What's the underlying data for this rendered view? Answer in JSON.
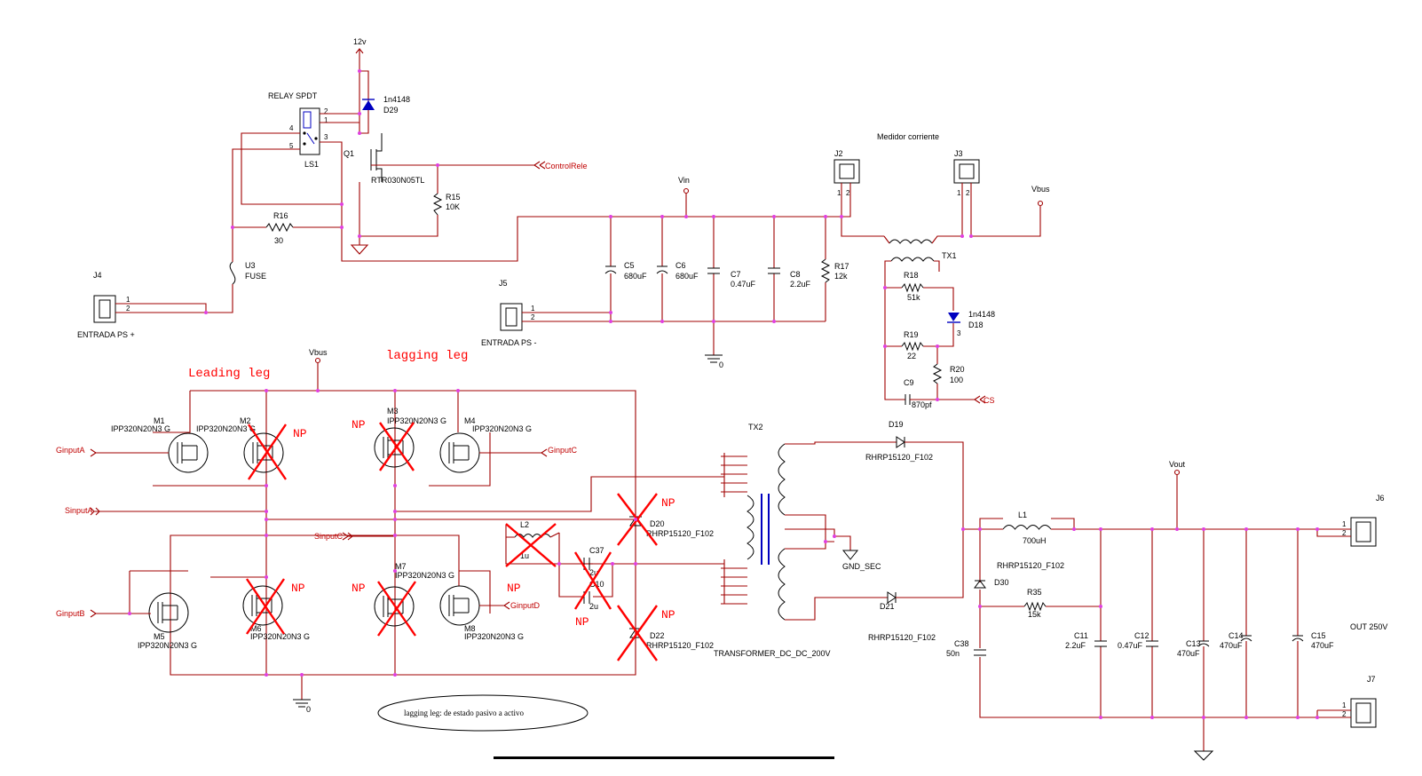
{
  "power_section": {
    "supply_12v": "12v",
    "relay_title": "RELAY SPDT",
    "relay_ref": "LS1",
    "relay_pins": [
      "2",
      "1",
      "4",
      "5",
      "3"
    ],
    "diode_d29_part": "1n4148",
    "diode_d29_ref": "D29",
    "mosfet_q1_ref": "Q1",
    "mosfet_q1_part": "RTR030N05TL",
    "net_control_rele": "ControlRele",
    "r15_ref": "R15",
    "r15_value": "10K",
    "r16_ref": "R16",
    "r16_value": "30",
    "fuse_ref": "U3",
    "fuse_label": "FUSE",
    "j4_ref": "J4",
    "j4_pins": [
      "1",
      "2"
    ],
    "j4_label": "ENTRADA PS +",
    "j5_ref": "J5",
    "j5_pins": [
      "1",
      "2"
    ],
    "j5_label": "ENTRADA PS -",
    "vin_label": "Vin",
    "ground_label": "0",
    "capacitors": [
      {
        "ref": "C5",
        "value": "680uF"
      },
      {
        "ref": "C6",
        "value": "680uF"
      },
      {
        "ref": "C7",
        "value": "0.47uF"
      },
      {
        "ref": "C8",
        "value": "2.2uF"
      }
    ],
    "r17_ref": "R17",
    "r17_value": "12k"
  },
  "current_meter": {
    "title": "Medidor corriente",
    "j2_ref": "J2",
    "j2_pins": [
      "1",
      "2"
    ],
    "j3_ref": "J3",
    "j3_pins": [
      "1",
      "2"
    ],
    "vbus_label": "Vbus",
    "tx1_ref": "TX1",
    "r18_ref": "R18",
    "r18_value": "51k",
    "d18_part": "1n4148",
    "d18_ref": "D18",
    "d18_pin": "3",
    "r19_ref": "R19",
    "r19_value": "22",
    "r20_ref": "R20",
    "r20_value": "100",
    "c9_ref": "C9",
    "c9_value": "870pf",
    "net_cs": "CS"
  },
  "bridge": {
    "vbus_label": "Vbus",
    "leading_leg": "Leading leg",
    "lagging_leg": "lagging leg",
    "np_marker": "NP",
    "mosfets": [
      {
        "ref": "M1",
        "part": "IPP320N20N3 G"
      },
      {
        "ref": "M2",
        "part": "IPP320N20N3 G"
      },
      {
        "ref": "M3",
        "part": "IPP320N20N3 G"
      },
      {
        "ref": "M4",
        "part": "IPP320N20N3 G"
      },
      {
        "ref": "M5",
        "part": "IPP320N20N3 G"
      },
      {
        "ref": "M6",
        "part": "IPP320N20N3 G"
      },
      {
        "ref": "M7",
        "part": "IPP320N20N3 G"
      },
      {
        "ref": "M8",
        "part": "IPP320N20N3 G"
      }
    ],
    "nets": {
      "ginput_a": "GinputA",
      "ginput_b": "GinputB",
      "ginput_c": "GinputC",
      "ginput_d": "GinputD",
      "sinput_a": "SinputA",
      "sinput_c": "SinputC"
    },
    "l2_ref": "L2",
    "l2_value": "1u",
    "c37_ref": "C37",
    "c37_value": "2u",
    "c10_ref": "C10",
    "c10_value": "2u",
    "d20_ref": "D20",
    "d20_part": "RHRP15120_F102",
    "d22_ref": "D22",
    "d22_part": "RHRP15120_F102",
    "ground_label": "0",
    "note": "lagging leg: de estado pasivo a activo"
  },
  "output_section": {
    "tx2_ref": "TX2",
    "tx2_part": "TRANSFORMER_DC_DC_200V",
    "gnd_sec": "GND_SEC",
    "d19_ref": "D19",
    "d19_part": "RHRP15120_F102",
    "d21_ref": "D21",
    "d21_part": "RHRP15120_F102",
    "l1_ref": "L1",
    "l1_value": "700uH",
    "d30_part": "RHRP15120_F102",
    "d30_ref": "D30",
    "r35_ref": "R35",
    "r35_value": "15k",
    "c38_ref": "C38",
    "c38_value": "50n",
    "vout_label": "Vout",
    "capacitors": [
      {
        "ref": "C11",
        "value": "2.2uF"
      },
      {
        "ref": "C12",
        "value": "0.47uF"
      },
      {
        "ref": "C13",
        "value": "470uF"
      },
      {
        "ref": "C14",
        "value": "470uF"
      },
      {
        "ref": "C15",
        "value": "470uF"
      }
    ],
    "j6_ref": "J6",
    "j6_pins": [
      "1",
      "2"
    ],
    "j7_ref": "J7",
    "j7_pins": [
      "1",
      "2"
    ],
    "out_label": "OUT 250V"
  }
}
